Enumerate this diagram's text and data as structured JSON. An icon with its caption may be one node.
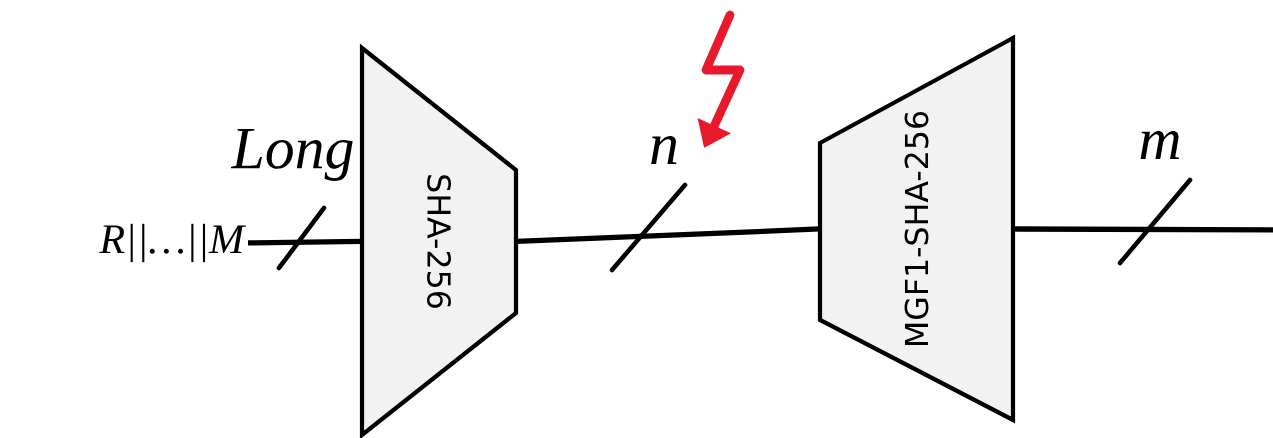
{
  "diagram": {
    "nodes": [
      {
        "text": [
          "R||…||M"
        ]
      },
      {
        "text": [
          "SHA-256"
        ]
      },
      {
        "text": [
          "MGF1-SHA-256"
        ]
      }
    ],
    "edges": [
      {
        "from": 0,
        "to": 1,
        "arrow": "none",
        "label": "Long"
      },
      {
        "from": 1,
        "to": 2,
        "arrow": "none",
        "label": "n"
      },
      {
        "from": 2,
        "to": null,
        "arrow": "none",
        "label": "m"
      }
    ]
  }
}
